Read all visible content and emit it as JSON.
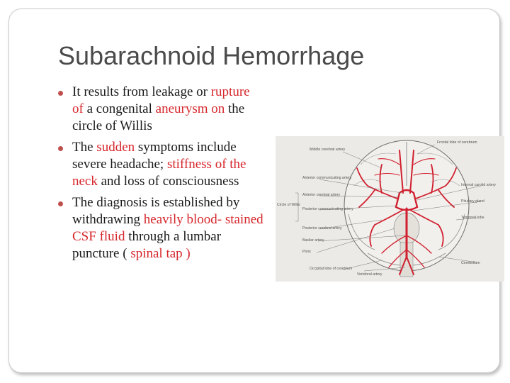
{
  "slide": {
    "title": "Subarachnoid Hemorrhage",
    "bullets": [
      {
        "segments": [
          {
            "text": "It results from leakage or ",
            "red": false
          },
          {
            "text": "rupture of ",
            "red": true
          },
          {
            "text": "a congenital ",
            "red": false
          },
          {
            "text": "aneurysm on ",
            "red": true
          },
          {
            "text": "the circle of Willis",
            "red": false
          }
        ]
      },
      {
        "segments": [
          {
            "text": "The ",
            "red": false
          },
          {
            "text": "sudden ",
            "red": true
          },
          {
            "text": "symptoms include severe headache; ",
            "red": false
          },
          {
            "text": "stiffness of the neck ",
            "red": true
          },
          {
            "text": "and loss of consciousness",
            "red": false
          }
        ]
      },
      {
        "segments": [
          {
            "text": "The diagnosis is established by withdrawing ",
            "red": false
          },
          {
            "text": "heavily blood- stained CSF fluid ",
            "red": true
          },
          {
            "text": "through a lumbar puncture ( ",
            "red": false
          },
          {
            "text": "spinal tap )",
            "red": true
          }
        ]
      }
    ]
  },
  "figure": {
    "left_labels": [
      "Middle cerebral artery",
      "Anterior communicating artery",
      "Anterior cerebral artery",
      "Posterior communicating artery",
      "Posterior cerebral artery",
      "Basilar artery",
      "Pons",
      "Occipital lobe of cerebrum"
    ],
    "circle_label": "Circle of Willis",
    "right_labels": [
      "Frontal lobe of cerebrum",
      "Internal carotid artery",
      "Pituitary gland",
      "Temporal lobe",
      "Cerebellum"
    ],
    "bottom_label": "Vertebral artery",
    "artery_color": "#d01f2e"
  }
}
